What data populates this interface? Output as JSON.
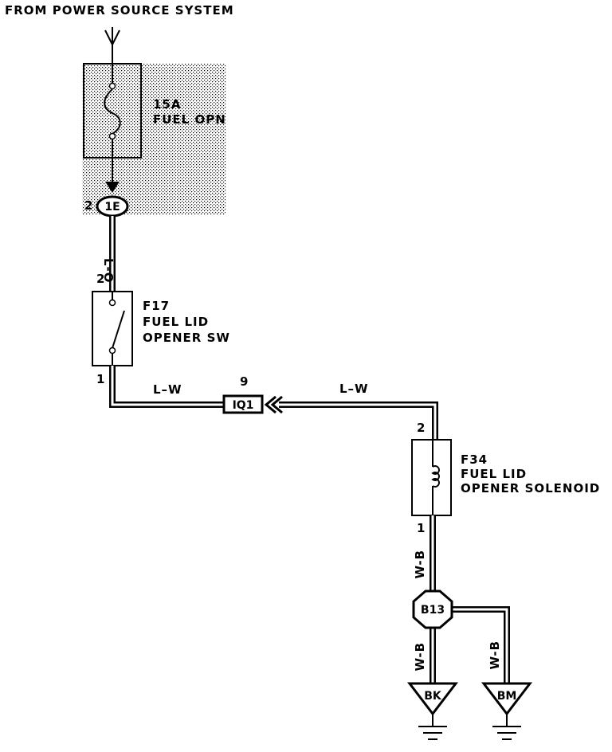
{
  "header": {
    "source_label": "FROM POWER SOURCE SYSTEM"
  },
  "fuse": {
    "rating": "15A",
    "name": "FUEL OPN"
  },
  "junction_1e": {
    "label": "1E",
    "pin": "2"
  },
  "wires": {
    "l_o": "L-O",
    "l_w_left": "L–W",
    "l_w_right": "L–W",
    "w_b_upper": "W-B",
    "w_b_left": "W-B",
    "w_b_right": "W-B"
  },
  "switch_f17": {
    "id": "F17",
    "line1": "FUEL LID",
    "line2": "OPENER SW",
    "pin_top": "2",
    "pin_bottom": "1"
  },
  "connector_iq1": {
    "label": "IQ1",
    "pin": "9"
  },
  "solenoid_f34": {
    "id": "F34",
    "line1": "FUEL LID",
    "line2": "OPENER SOLENOID",
    "pin_top": "2",
    "pin_bottom": "1"
  },
  "junction_b13": {
    "label": "B13"
  },
  "grounds": [
    {
      "label": "BK"
    },
    {
      "label": "BM"
    }
  ]
}
